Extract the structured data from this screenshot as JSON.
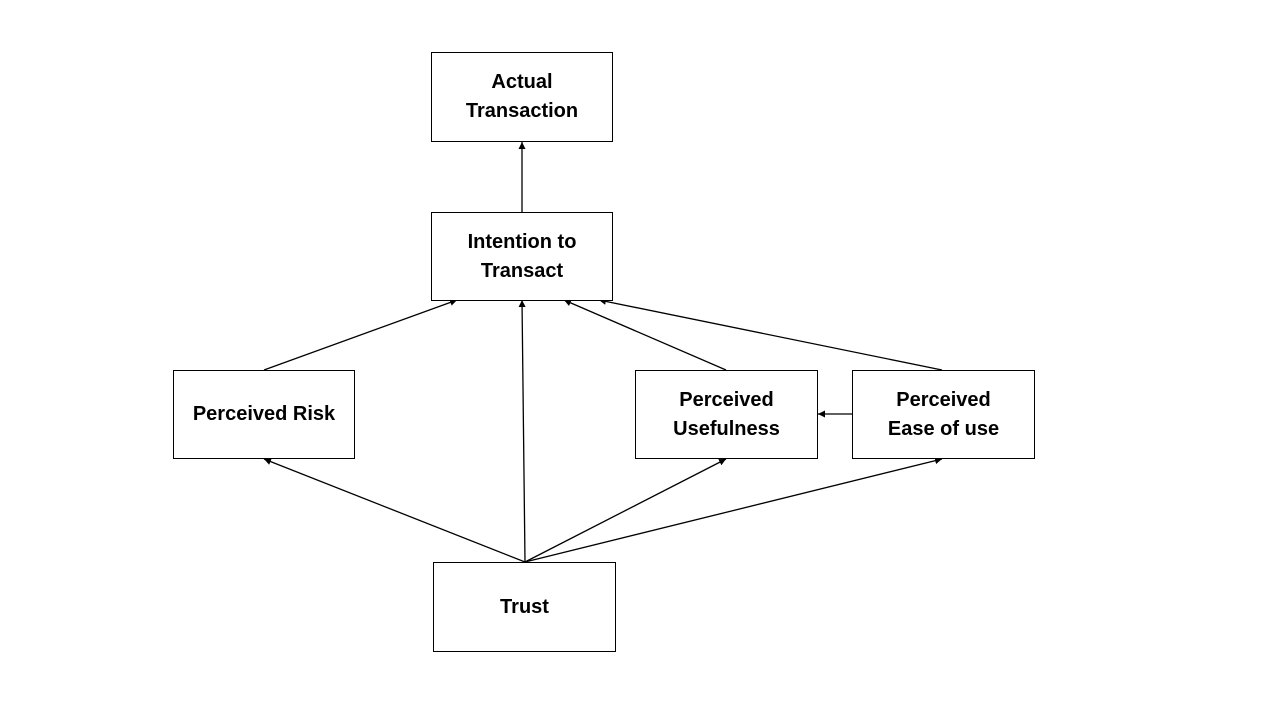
{
  "nodes": {
    "actual_transaction": {
      "lines": [
        "Actual",
        "Transaction"
      ]
    },
    "intention_to_transact": {
      "lines": [
        "Intention to",
        "Transact"
      ]
    },
    "perceived_risk": {
      "lines": [
        "Perceived Risk"
      ]
    },
    "perceived_usefulness": {
      "lines": [
        "Perceived",
        "Usefulness"
      ]
    },
    "perceived_ease_of_use": {
      "lines": [
        "Perceived",
        "Ease of use"
      ]
    },
    "trust": {
      "lines": [
        "Trust"
      ]
    }
  },
  "edges": [
    {
      "from": "intention_to_transact",
      "to": "actual_transaction"
    },
    {
      "from": "perceived_risk",
      "to": "intention_to_transact"
    },
    {
      "from": "trust",
      "to": "intention_to_transact"
    },
    {
      "from": "perceived_usefulness",
      "to": "intention_to_transact"
    },
    {
      "from": "perceived_ease_of_use",
      "to": "intention_to_transact"
    },
    {
      "from": "perceived_ease_of_use",
      "to": "perceived_usefulness"
    },
    {
      "from": "trust",
      "to": "perceived_risk"
    },
    {
      "from": "trust",
      "to": "perceived_usefulness"
    },
    {
      "from": "trust",
      "to": "perceived_ease_of_use"
    }
  ],
  "colors": {
    "line": "#000000",
    "box_border": "#000000",
    "background": "#ffffff",
    "text": "#000000"
  }
}
